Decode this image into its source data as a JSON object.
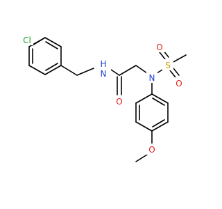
{
  "molecule": {
    "atoms": [
      {
        "id": "cl",
        "symbol": "Cl",
        "label": "Cl",
        "kind": "chlorine"
      },
      {
        "id": "n_amide",
        "symbol": "N",
        "label": "N",
        "kind": "nitrogen"
      },
      {
        "id": "h_amide",
        "symbol": "H",
        "label": "H",
        "kind": "nitrogen"
      },
      {
        "id": "o_carbonyl",
        "symbol": "O",
        "label": "O",
        "kind": "oxygen"
      },
      {
        "id": "n_sulfonamide",
        "symbol": "N",
        "label": "N",
        "kind": "nitrogen"
      },
      {
        "id": "s",
        "symbol": "S",
        "label": "S",
        "kind": "sulfur"
      },
      {
        "id": "o_s1",
        "symbol": "O",
        "label": "O",
        "kind": "oxygen"
      },
      {
        "id": "o_s2",
        "symbol": "O",
        "label": "O",
        "kind": "oxygen"
      },
      {
        "id": "o_methoxy",
        "symbol": "O",
        "label": "O",
        "kind": "oxygen"
      }
    ],
    "colors": {
      "chlorine": "#1fa01f",
      "nitrogen": "#1f3fd6",
      "oxygen": "#e0231c",
      "sulfur": "#c8a000",
      "bond": "#000000",
      "background": "#ffffff"
    }
  }
}
